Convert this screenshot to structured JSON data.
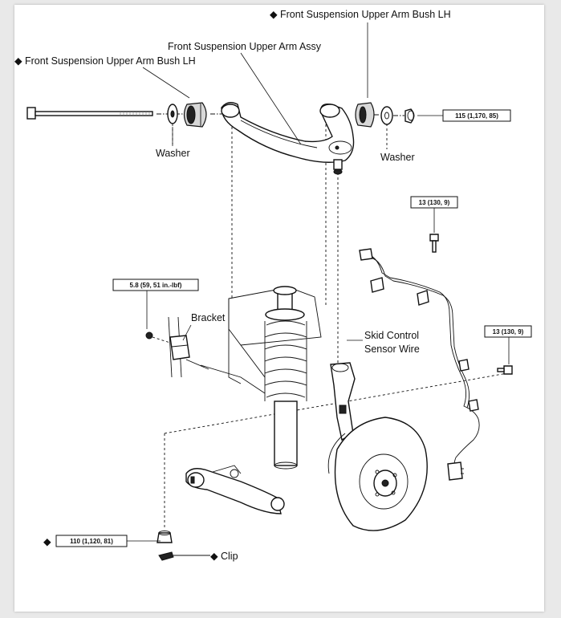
{
  "labels": {
    "bush_top_right": "Front Suspension Upper Arm Bush LH",
    "upper_arm_assy": "Front Suspension Upper Arm Assy",
    "bush_left": "Front Suspension Upper Arm Bush LH",
    "washer_left": "Washer",
    "washer_right": "Washer",
    "bracket": "Bracket",
    "skid_control_line1": "Skid Control",
    "skid_control_line2": "Sensor Wire",
    "clip": "Clip"
  },
  "torque_boxes": {
    "upper_arm_nut": "115 (1,170, 85)",
    "sensor_bolt_top": "13 (130, 9)",
    "bracket_bolt": "5.8 (59, 51 in.-lbf)",
    "sensor_bolt_right": "13 (130, 9)",
    "balljoint_nut": "110 (1,120, 81)"
  },
  "symbols": {
    "non_reusable_marker": "◆"
  },
  "colors": {
    "line": "#111111",
    "background": "#ffffff",
    "margin": "#e9e9e9"
  }
}
